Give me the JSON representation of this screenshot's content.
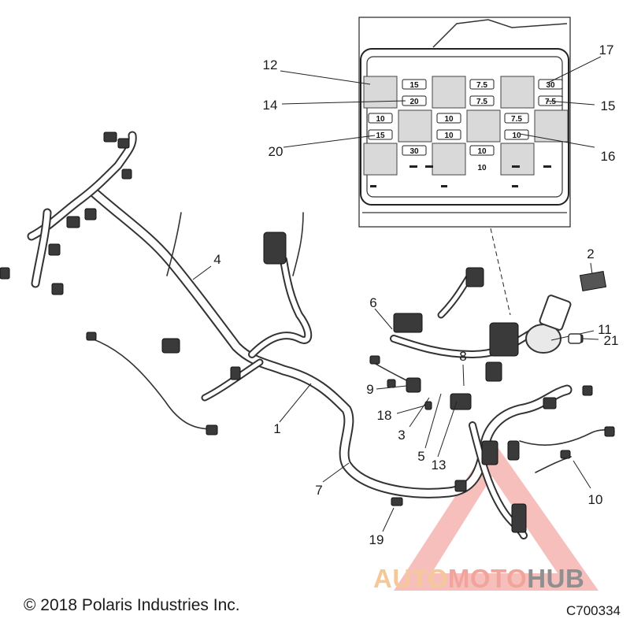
{
  "diagram": {
    "callouts": [
      "1",
      "2",
      "3",
      "4",
      "5",
      "6",
      "7",
      "8",
      "9",
      "10",
      "11",
      "12",
      "13",
      "14",
      "15",
      "16",
      "17",
      "18",
      "19",
      "20",
      "21"
    ],
    "fuse_ratings": {
      "f1": "15",
      "f2": "20",
      "f3": "7.5",
      "f4": "7.5",
      "f5": "30",
      "f6": "7.5",
      "f7": "10",
      "f8": "10",
      "f9": "10",
      "f10": "7.5",
      "f11": "15",
      "f12": "10",
      "f13": "10",
      "f14": "30",
      "f15": "10"
    }
  },
  "footer": {
    "copyright": "© 2018 Polaris Industries Inc.",
    "drawing_number": "C700334"
  },
  "watermark": {
    "part1": "AUTO",
    "part2": "MOTO",
    "part3": "HUB",
    "colors": {
      "part1": "#f5c89a",
      "part2": "#f1a49c",
      "part3": "#8f8f8f",
      "triangle": "#ef8a85"
    }
  }
}
